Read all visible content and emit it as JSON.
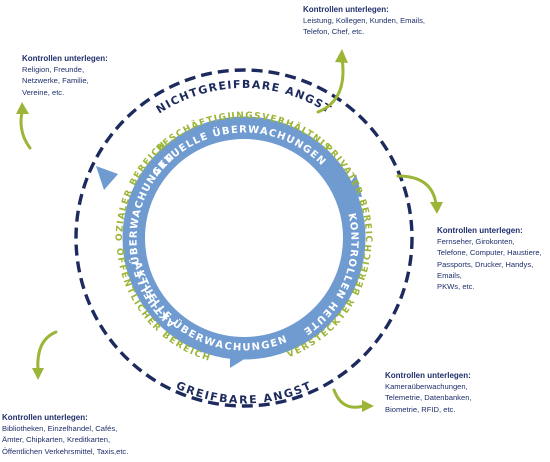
{
  "colors": {
    "navy": "#1c2a5e",
    "blue_ring": "#6f9bd1",
    "green": "#9bb536",
    "note_text": "#1f2f6b"
  },
  "ring_labels": {
    "outer_top": "NICHTGREIFBARE ANGST",
    "outer_bottom": "GREIFBARE ANGST",
    "inner_top": "AKTUELLE ÜBERWACHUNGEN",
    "inner_right": "KONTROLLEN HEUTE",
    "inner_bottom": "AKTUELLE ÜBERWACHUNGEN",
    "inner_left": "AKTUELLE ÜBERWACHUNGEN",
    "sector_top": "BESCHÄFTIGUNGSVERHÄLTNIS",
    "sector_right": "PRIVATER BEREICH",
    "sector_left": "SOZIALER BEREICH",
    "sector_bottom_left": "ÖFFENTLICHER BEREICH",
    "sector_bottom_right": "VERSTECKTER BEREICH"
  },
  "notes": {
    "top_left": {
      "heading": "Kontrollen unterlegen:",
      "lines": [
        "Religion, Freunde,",
        "Netzwerke, Familie,",
        "Vereine, etc."
      ]
    },
    "top_right": {
      "heading": "Kontrollen unterlegen:",
      "lines": [
        "Leistung, Kollegen, Kunden, Emails,",
        "Telefon, Chef, etc."
      ]
    },
    "right": {
      "heading": "Kontrollen unterlegen:",
      "lines": [
        "Fernseher, Girokonten,",
        "Telefone, Computer, Haustiere,",
        "Passports, Drucker, Handys,",
        "Emails,",
        "PKWs, etc."
      ]
    },
    "bottom_right": {
      "heading": "Kontrollen unterlegen:",
      "lines": [
        "Kameraüberwachungen,",
        "Telemetrie, Datenbanken,",
        "Biometrie, RFID, etc."
      ]
    },
    "bottom_left": {
      "heading": "Kontrollen unterlegen:",
      "lines": [
        "Bibliotheken, Einzelhandel, Cafés,",
        "Ämter, Chipkarten, Kreditkarten,",
        "Öffentlichen Verkehrsmittel, Taxis,etc."
      ]
    }
  }
}
